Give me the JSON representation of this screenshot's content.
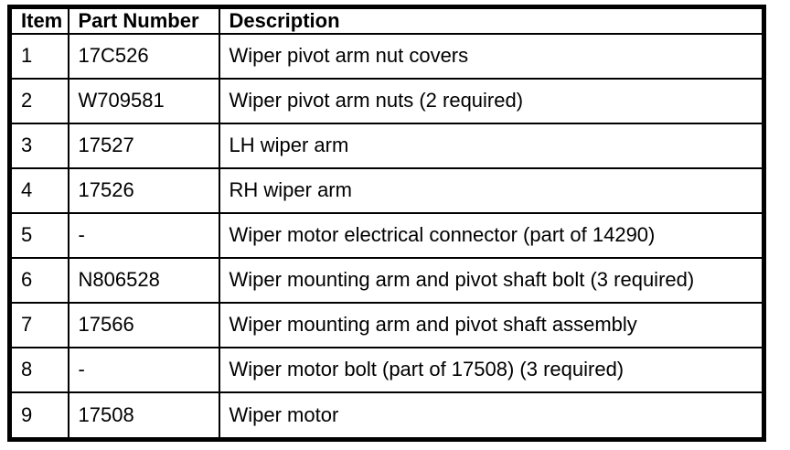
{
  "table": {
    "columns": {
      "item": "Item",
      "part_number": "Part Number",
      "description": "Description"
    },
    "rows": [
      {
        "item": "1",
        "part_number": "17C526",
        "description": "Wiper pivot arm nut covers"
      },
      {
        "item": "2",
        "part_number": "W709581",
        "description": "Wiper pivot arm nuts (2 required)"
      },
      {
        "item": "3",
        "part_number": "17527",
        "description": "LH wiper arm"
      },
      {
        "item": "4",
        "part_number": "17526",
        "description": "RH wiper arm"
      },
      {
        "item": "5",
        "part_number": "-",
        "description": "Wiper motor electrical connector (part of 14290)"
      },
      {
        "item": "6",
        "part_number": "N806528",
        "description": "Wiper mounting arm and pivot shaft bolt (3 required)"
      },
      {
        "item": "7",
        "part_number": "17566",
        "description": "Wiper mounting arm and pivot shaft assembly"
      },
      {
        "item": "8",
        "part_number": "-",
        "description": "Wiper motor bolt (part of 17508) (3 required)"
      },
      {
        "item": "9",
        "part_number": "17508",
        "description": "Wiper motor"
      }
    ],
    "colors": {
      "border": "#000000",
      "text": "#000000",
      "background": "#ffffff"
    }
  }
}
